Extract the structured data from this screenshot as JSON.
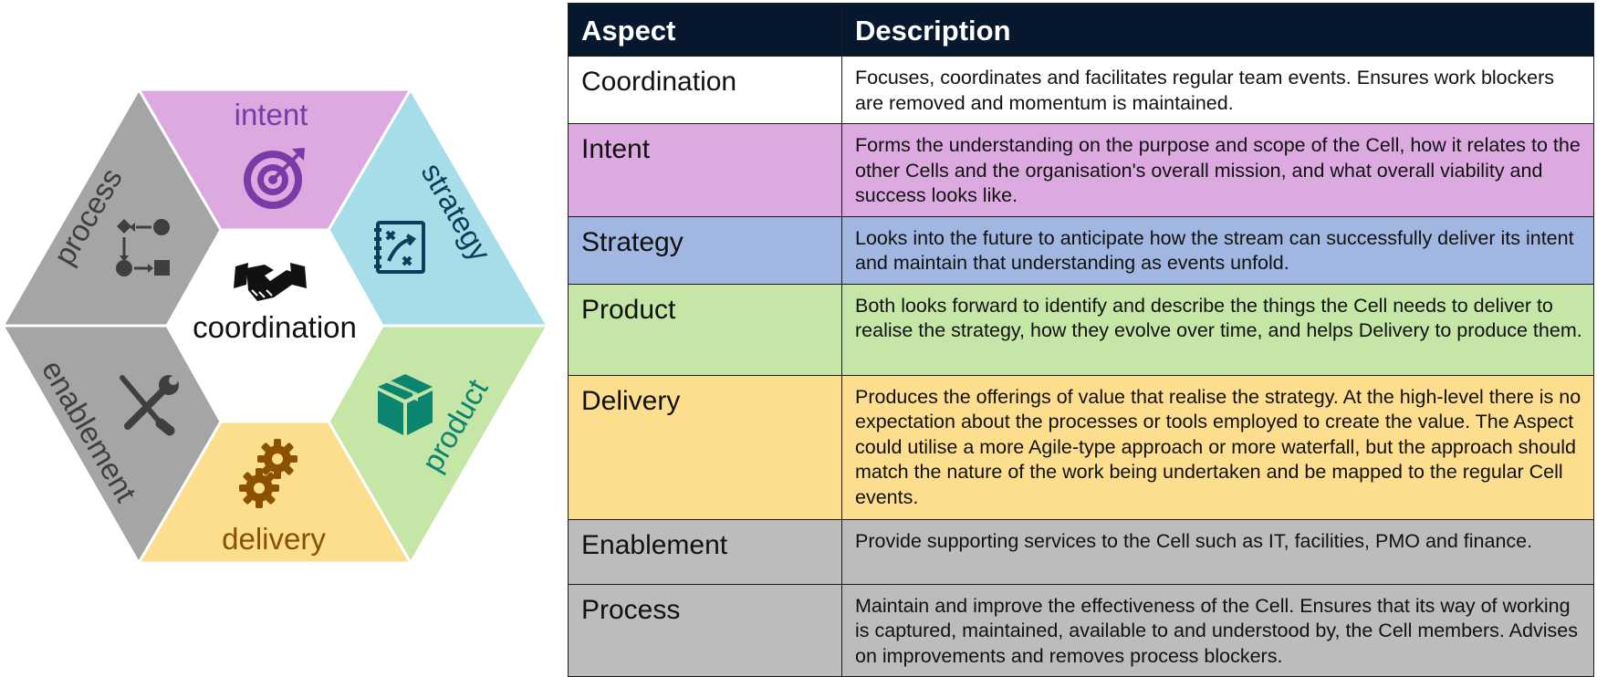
{
  "diagram": {
    "center_label": "coordination",
    "center_icon": "handshake-icon",
    "segments": [
      {
        "key": "intent",
        "label": "intent",
        "icon": "target-icon",
        "fill": "#dcaae0",
        "text_color": "#7b3aa6"
      },
      {
        "key": "strategy",
        "label": "strategy",
        "icon": "strategy-board-icon",
        "fill": "#a6dde9",
        "text_color": "#0b3d5c"
      },
      {
        "key": "product",
        "label": "product",
        "icon": "box-icon",
        "fill": "#c5e6a6",
        "text_color": "#0b8470"
      },
      {
        "key": "delivery",
        "label": "delivery",
        "icon": "gears-icon",
        "fill": "#fdde8f",
        "text_color": "#8a5200"
      },
      {
        "key": "enablement",
        "label": "enablement",
        "icon": "tools-icon",
        "fill": "#a5a5a5",
        "text_color": "#3f3f3f"
      },
      {
        "key": "process",
        "label": "process",
        "icon": "process-flow-icon",
        "fill": "#a5a5a5",
        "text_color": "#3f3f3f"
      }
    ]
  },
  "table": {
    "headers": [
      "Aspect",
      "Description"
    ],
    "header_bg": "#06172e",
    "rows": [
      {
        "aspect": "Coordination",
        "description": "Focuses, coordinates and facilitates regular team events.  Ensures work blockers are removed and momentum is maintained.",
        "bg": "#ffffff"
      },
      {
        "aspect": "Intent",
        "description": "Forms the understanding on the purpose and scope of the Cell, how it relates to the other Cells and the organisation's overall mission, and what overall viability and success looks like.",
        "bg": "#dcaae0"
      },
      {
        "aspect": "Strategy",
        "description": "Looks into the future to anticipate how the stream can successfully deliver its intent and maintain that understanding as events unfold.",
        "bg": "#a1b7e2"
      },
      {
        "aspect": "Product",
        "description": "Both looks forward to identify and describe the things the Cell needs to deliver to realise the strategy, how they evolve over time, and helps Delivery to produce them.",
        "bg": "#c5e6a6"
      },
      {
        "aspect": "Delivery",
        "description": "Produces the offerings of value that realise the strategy.  At the high-level there is no expectation about the processes or tools employed to create the value.  The Aspect could utilise a more Agile-type approach or more waterfall, but the approach should match the nature of the work being undertaken and be mapped to the regular Cell events.",
        "bg": "#fdde8f"
      },
      {
        "aspect": "Enablement",
        "description": "Provide supporting services to the Cell such as IT, facilities, PMO and finance.",
        "bg": "#bcbcbc"
      },
      {
        "aspect": "Process",
        "description": "Maintain and improve the effectiveness of the Cell.  Ensures that its way of working is captured, maintained, available to and understood by, the Cell members.  Advises on improvements and removes process blockers.",
        "bg": "#bcbcbc"
      }
    ]
  }
}
